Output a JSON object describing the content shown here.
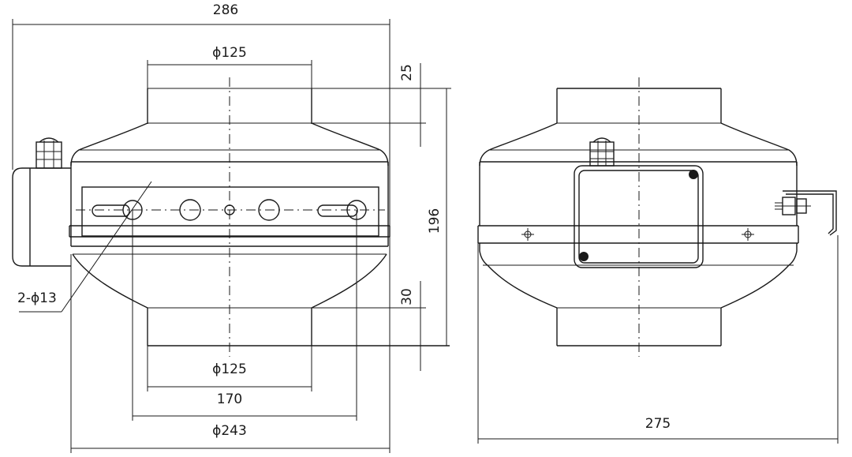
{
  "dimensions": {
    "overall_width": "286",
    "top_inlet_diameter": "ϕ125",
    "top_collar_height": "25",
    "overall_height": "196",
    "bottom_collar_height": "30",
    "bottom_outlet_diameter": "ϕ125",
    "mounting_spacing": "170",
    "body_diameter": "ϕ243",
    "mounting_holes": "2-ϕ13",
    "side_view_width": "275"
  },
  "colors": {
    "line": "#1a1a1a",
    "background": "#ffffff"
  }
}
